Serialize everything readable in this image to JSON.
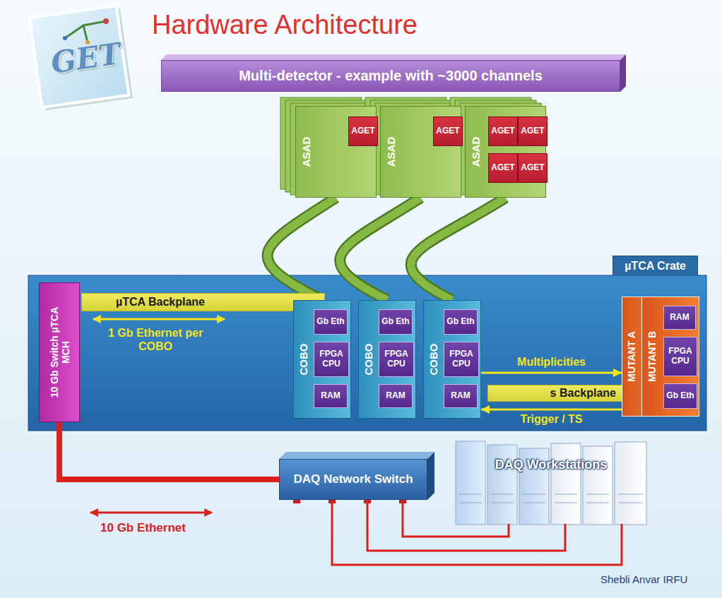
{
  "diagram": {
    "title": "Hardware Architecture",
    "nodes": [
      {
        "text": [
          "Multi-detector - example with ~3000 channels"
        ]
      },
      {
        "text": [
          "ASAD"
        ]
      },
      {
        "text": [
          "AGET"
        ],
        "in": 1
      },
      {
        "text": [
          "ASAD"
        ]
      },
      {
        "text": [
          "AGET"
        ],
        "in": 3
      },
      {
        "text": [
          "ASAD"
        ]
      },
      {
        "text": [
          "AGET"
        ],
        "in": 5
      },
      {
        "text": [
          "AGET"
        ],
        "in": 5
      },
      {
        "text": [
          "AGET"
        ],
        "in": 5
      },
      {
        "text": [
          "AGET"
        ],
        "in": 5
      },
      {
        "text": [
          "µTCA Crate"
        ]
      },
      {
        "text": [
          "µTCA Backplane"
        ],
        "in": 10
      },
      {
        "text": [
          "10 Gb Switch µTCA MCH"
        ],
        "in": 10
      },
      {
        "text": [
          "COBO"
        ],
        "in": 10
      },
      {
        "text": [
          "Gb Eth"
        ],
        "in": 13
      },
      {
        "text": [
          "FPGA CPU"
        ],
        "in": 13
      },
      {
        "text": [
          "RAM"
        ],
        "in": 13
      },
      {
        "text": [
          "COBO"
        ],
        "in": 10
      },
      {
        "text": [
          "Gb Eth"
        ],
        "in": 17
      },
      {
        "text": [
          "FPGA CPU"
        ],
        "in": 17
      },
      {
        "text": [
          "RAM"
        ],
        "in": 17
      },
      {
        "text": [
          "COBO"
        ],
        "in": 10
      },
      {
        "text": [
          "Gb Eth"
        ],
        "in": 21
      },
      {
        "text": [
          "FPGA CPU"
        ],
        "in": 21
      },
      {
        "text": [
          "RAM"
        ],
        "in": 21
      },
      {
        "text": [
          "s Backplane"
        ],
        "in": 10
      },
      {
        "text": [
          "MUTANT A"
        ],
        "in": 10
      },
      {
        "text": [
          "MUTANT B"
        ],
        "in": 10
      },
      {
        "text": [
          "RAM"
        ],
        "in": 27
      },
      {
        "text": [
          "FPGA CPU"
        ],
        "in": 27
      },
      {
        "text": [
          "Gb Eth"
        ],
        "in": 27
      },
      {
        "text": [
          "DAQ Network Switch"
        ]
      },
      {
        "text": [
          "DAQ Workstations"
        ]
      }
    ],
    "edges": [
      {
        "from": 1,
        "to": 13,
        "arrow": "none"
      },
      {
        "from": 3,
        "to": 17,
        "arrow": "none"
      },
      {
        "from": 5,
        "to": 21,
        "arrow": "none"
      },
      {
        "from": 21,
        "to": 26,
        "label": "Multiplicities",
        "arrow": "to"
      },
      {
        "from": 26,
        "to": 21,
        "label": "Trigger / TS",
        "arrow": "to"
      },
      {
        "from": 12,
        "to": 31,
        "arrow": "none"
      },
      {
        "from": 31,
        "to": 32,
        "arrow": "none"
      },
      {
        "from": 31,
        "to": 32,
        "arrow": "none"
      },
      {
        "from": 31,
        "to": 32,
        "arrow": "none"
      }
    ],
    "labels": [
      "GET",
      "1 Gb Ethernet per COBO",
      "10 Gb Ethernet",
      "Shebli Anvar IRFU"
    ]
  }
}
